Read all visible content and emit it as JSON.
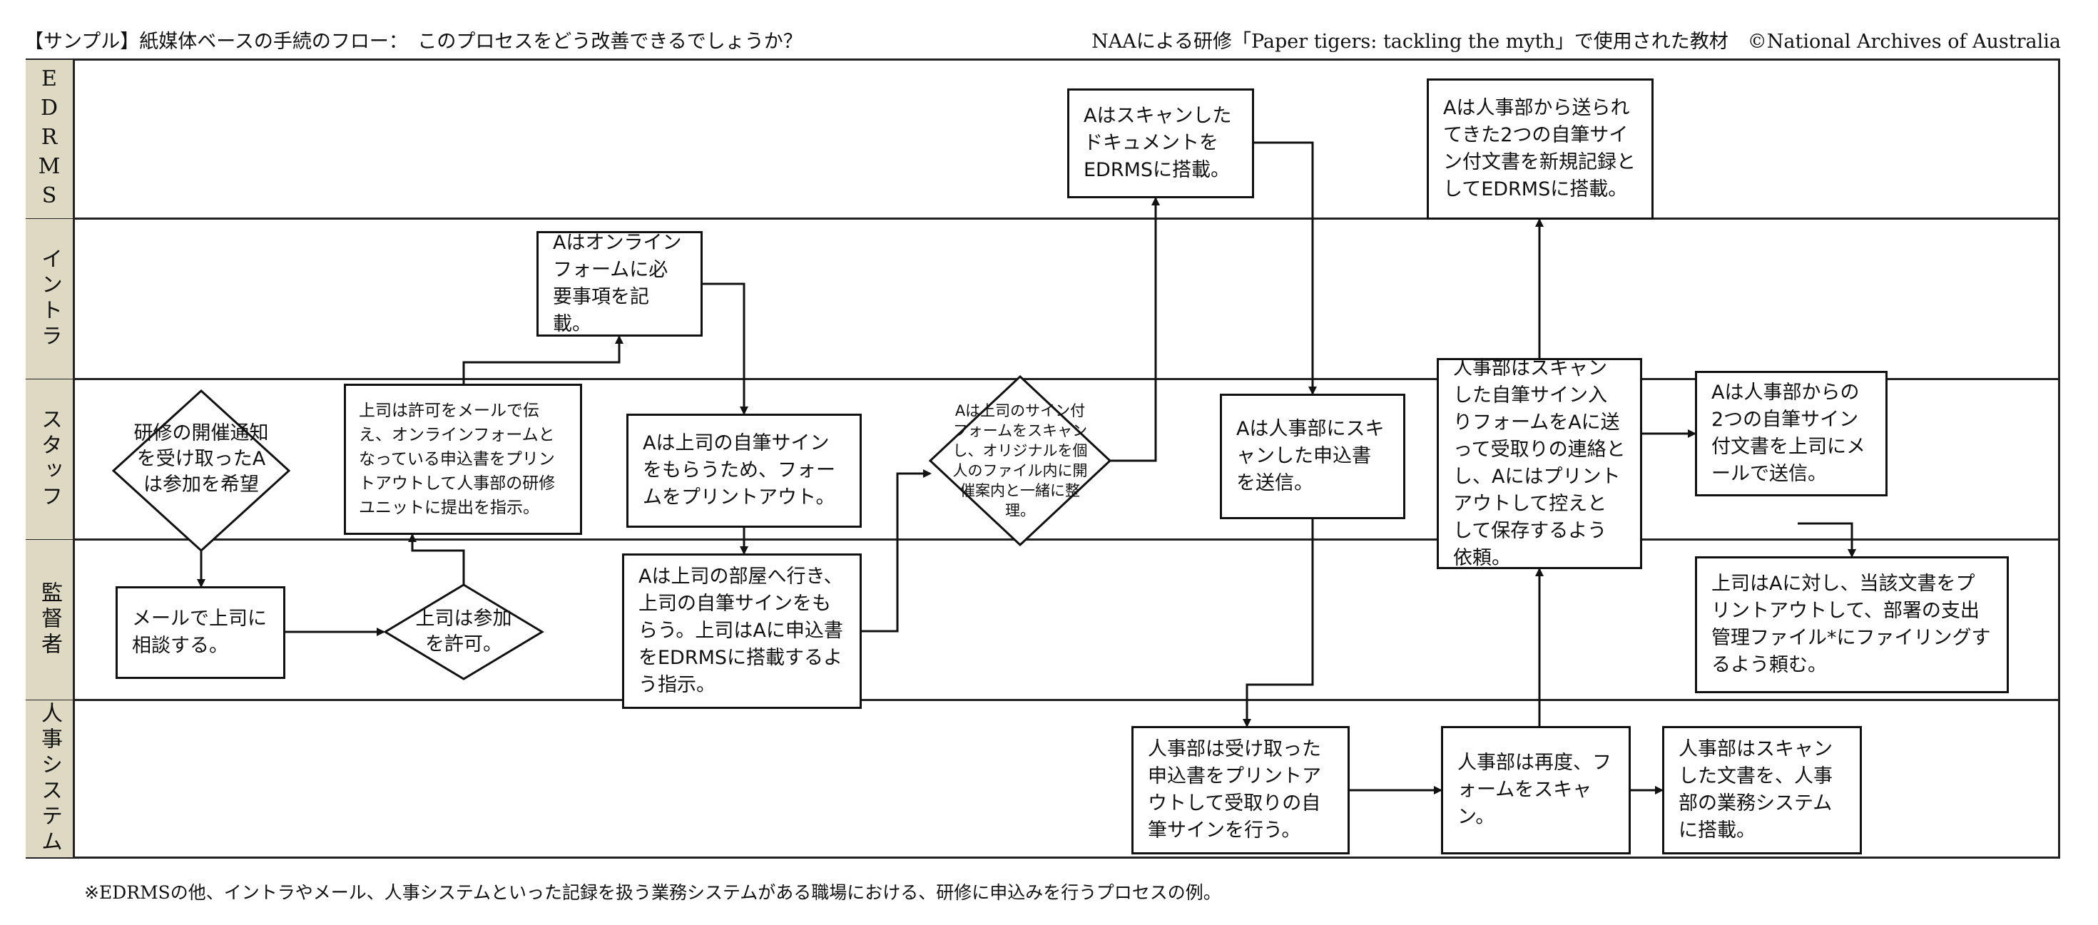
{
  "header": {
    "title": "【サンプル】紙媒体ベースの手続のフロー：　このプロセスをどう改善できるでしょうか？",
    "credit": "NAAによる研修「Paper tigers: tackling the myth」で使用された教材　©National Archives of Australia"
  },
  "lanes": [
    {
      "label": "EDRMS"
    },
    {
      "label": "イントラ"
    },
    {
      "label": "スタッフ"
    },
    {
      "label": "監督者"
    },
    {
      "label": "人事システム"
    }
  ],
  "steps": {
    "d_want": "研修の開催通知を受け取ったAは参加を希望",
    "consult": "メールで上司に相談する。",
    "d_permit": "上司は参加を許可。",
    "instruct": "上司は許可をメールで伝え、オンラインフォームとなっている申込書をプリントアウトして人事部の研修ユニットに提出を指示。",
    "online": "Aはオンラインフォームに必要事項を記載。",
    "print": "Aは上司の自筆サインをもらうため、フォームをプリントアウト。",
    "visit": "Aは上司の部屋へ行き、上司の自筆サインをもらう。上司はAに申込書をEDRMSに搭載するよう指示。",
    "d_scan": "Aは上司のサイン付フォームをスキャンし、オリジナルを個人のファイル内に開催案内と一緒に整理。",
    "edrms_upload": "AはスキャンしたドキュメントをEDRMSに搭載。",
    "send_hr": "Aは人事部にスキャンした申込書を送信。",
    "hr_print": "人事部は受け取った申込書をプリントアウトして受取りの自筆サインを行う。",
    "hr_rescan": "人事部は再度、フォームをスキャン。",
    "hr_system": "人事部はスキャンした文書を、人事部の業務システムに搭載。",
    "hr_notify": "人事部はスキャンした自筆サイン入りフォームをAに送って受取りの連絡とし、Aにはプリントアウトして控えとして保存するよう依頼。",
    "edrms_new": "Aは人事部から送られてきた2つの自筆サイン付文書を新規記録としてEDRMSに搭載。",
    "mail_boss": "Aは人事部からの2つの自筆サイン付文書を上司にメールで送信。",
    "boss_file": "上司はAに対し、当該文書をプリントアウトして、部署の支出管理ファイル*にファイリングするよう頼む。"
  },
  "footnote": "※EDRMSの他、イントラやメール、人事システムといった記録を扱う業務システムがある職場における、研修に申込みを行うプロセスの例。"
}
